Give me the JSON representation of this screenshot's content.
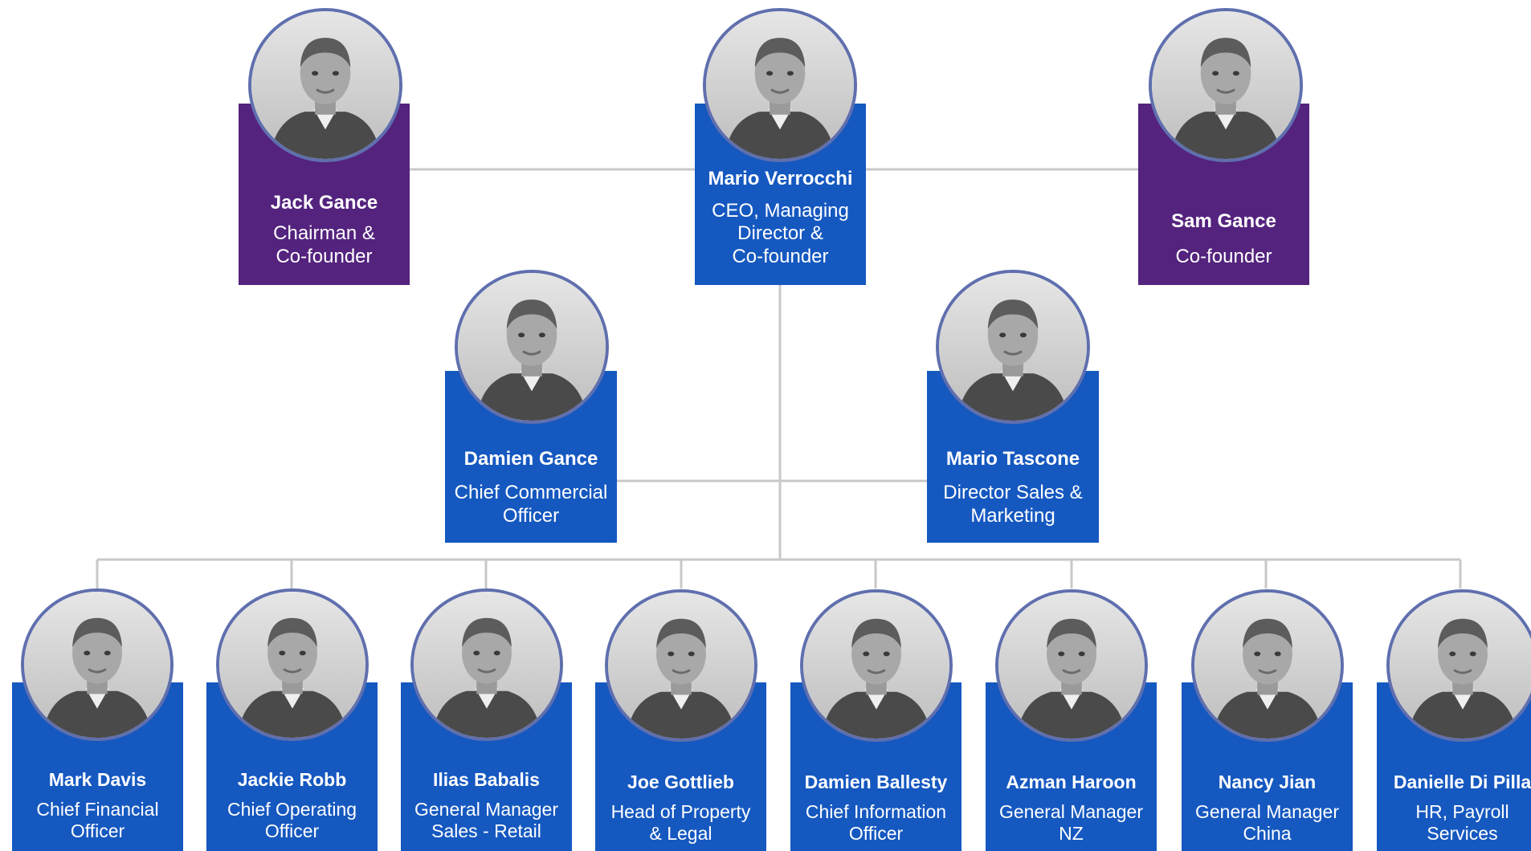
{
  "chart_title": "",
  "colors": {
    "executive_card": "#1558c0",
    "founder_card": "#54237e",
    "connector": "#c8c8c8",
    "photo_ring": "#5f6fae"
  },
  "founders": [
    {
      "name": "Jack Gance",
      "role": "Chairman &\nCo-founder",
      "icon": "person-photo"
    },
    {
      "name": "Mario Verrocchi",
      "role": "CEO, Managing\nDirector &\nCo-founder",
      "icon": "person-photo"
    },
    {
      "name": "Sam Gance",
      "role": "Co-founder",
      "icon": "person-photo"
    }
  ],
  "directors": [
    {
      "name": "Damien Gance",
      "role": "Chief Commercial\nOfficer",
      "icon": "person-photo"
    },
    {
      "name": "Mario Tascone",
      "role": "Director Sales &\nMarketing",
      "icon": "person-photo"
    }
  ],
  "managers": [
    {
      "name": "Mark Davis",
      "role": "Chief Financial\nOfficer",
      "icon": "person-photo"
    },
    {
      "name": "Jackie Robb",
      "role": "Chief Operating\nOfficer",
      "icon": "person-photo"
    },
    {
      "name": "Ilias Babalis",
      "role": "General Manager\nSales - Retail",
      "icon": "person-photo"
    },
    {
      "name": "Joe Gottlieb",
      "role": "Head of Property\n& Legal",
      "icon": "person-photo"
    },
    {
      "name": "Damien Ballesty",
      "role": "Chief Information\nOfficer",
      "icon": "person-photo"
    },
    {
      "name": "Azman Haroon",
      "role": "General Manager\nNZ",
      "icon": "person-photo"
    },
    {
      "name": "Nancy Jian",
      "role": "General Manager\nChina",
      "icon": "person-photo"
    },
    {
      "name": "Danielle Di Pilla",
      "role": "HR, Payroll\nServices",
      "icon": "person-photo"
    }
  ]
}
